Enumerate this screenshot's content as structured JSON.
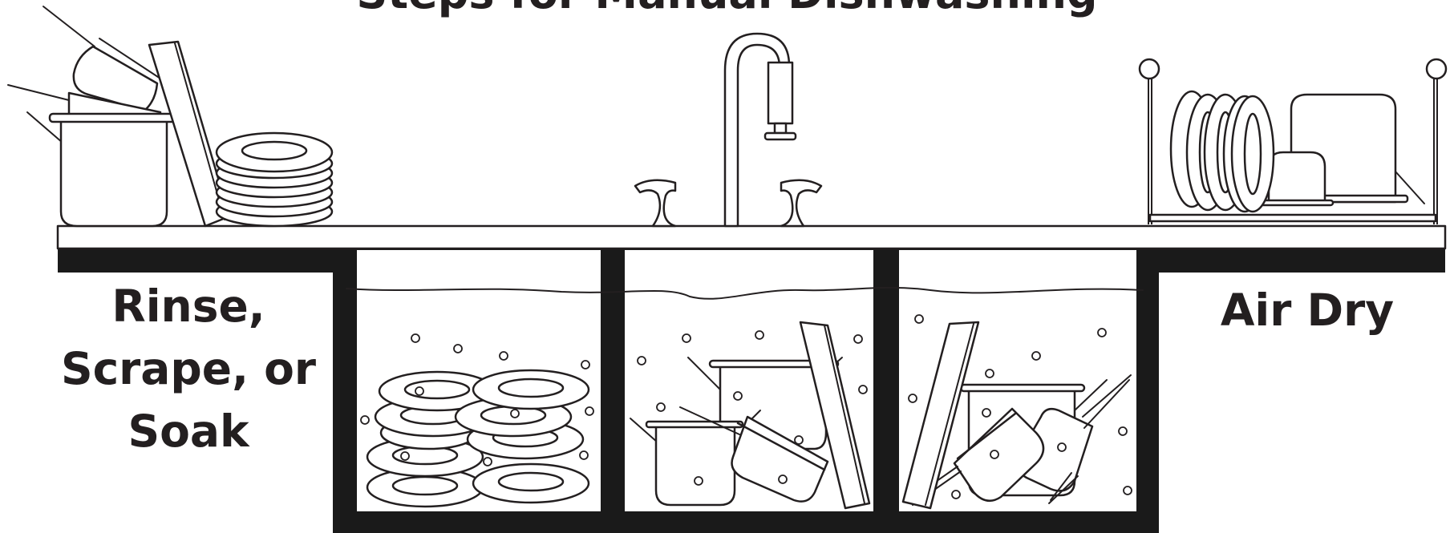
{
  "title": "Steps for Manual Dishwashing",
  "steps": {
    "left": {
      "lines": [
        "Rinse,",
        "Scrape, or",
        "Soak"
      ]
    },
    "right": {
      "lines": [
        "Air Dry"
      ]
    }
  },
  "colors": {
    "ink": "#231f20",
    "background": "#ffffff",
    "sink_body": "#1a1a1a"
  }
}
